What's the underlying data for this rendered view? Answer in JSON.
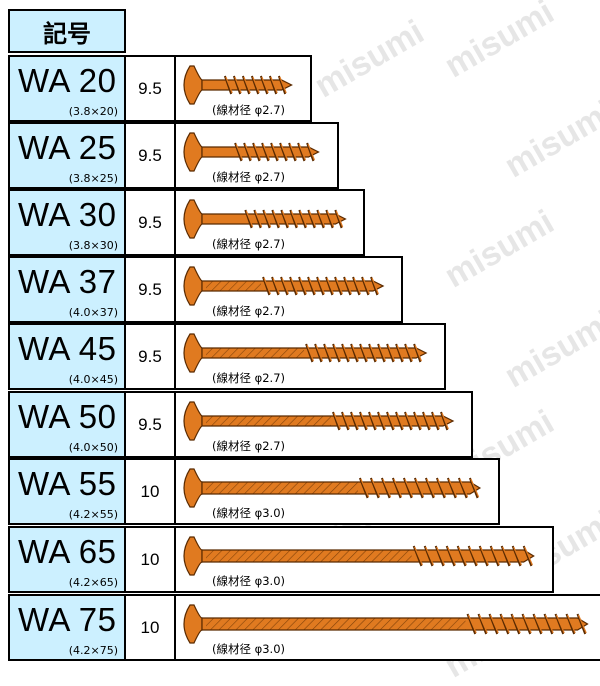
{
  "header": {
    "label": "記号"
  },
  "watermark": "misumi",
  "wire_prefix": "(線材径",
  "wire_suffix": ")",
  "colors": {
    "header_bg": "#ccf0ff",
    "screw": "#e07a20",
    "screw_outline": "#5a2a00"
  },
  "rows": [
    {
      "code": "WA 20",
      "dim": "(3.8×20)",
      "head": "9.5",
      "wire": "(線材径 φ2.7)",
      "length": 20
    },
    {
      "code": "WA 25",
      "dim": "(3.8×25)",
      "head": "9.5",
      "wire": "(線材径 φ2.7)",
      "length": 25
    },
    {
      "code": "WA 30",
      "dim": "(3.8×30)",
      "head": "9.5",
      "wire": "(線材径 φ2.7)",
      "length": 30
    },
    {
      "code": "WA 37",
      "dim": "(4.0×37)",
      "head": "9.5",
      "wire": "(線材径 φ2.7)",
      "length": 37
    },
    {
      "code": "WA 45",
      "dim": "(4.0×45)",
      "head": "9.5",
      "wire": "(線材径 φ2.7)",
      "length": 45
    },
    {
      "code": "WA 50",
      "dim": "(4.0×50)",
      "head": "9.5",
      "wire": "(線材径 φ2.7)",
      "length": 50
    },
    {
      "code": "WA 55",
      "dim": "(4.2×55)",
      "head": "10",
      "wire": "(線材径 φ3.0)",
      "length": 55
    },
    {
      "code": "WA 65",
      "dim": "(4.2×65)",
      "head": "10",
      "wire": "(線材径 φ3.0)",
      "length": 65
    },
    {
      "code": "WA 75",
      "dim": "(4.2×75)",
      "head": "10",
      "wire": "(線材径 φ3.0)",
      "length": 75
    }
  ]
}
